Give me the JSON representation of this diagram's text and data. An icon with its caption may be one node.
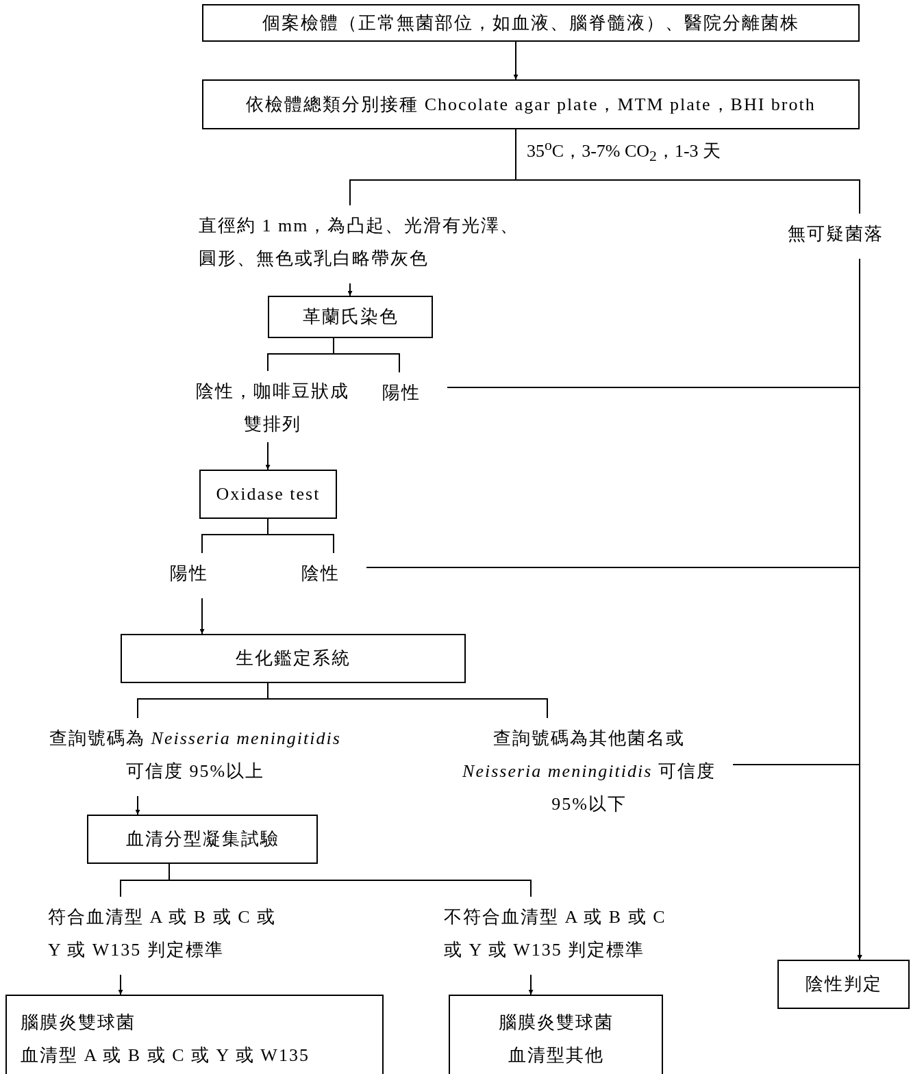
{
  "diagram": {
    "nodes": [
      {
        "text": [
          "個案檢體（正常無菌部位，如血液、腦脊髓液）、醫院分離菌株"
        ]
      },
      {
        "text": [
          "依檢體總類分別接種 Chocolate agar plate，MTM plate，BHI broth"
        ]
      },
      {
        "text": [
          "直徑約 1 mm，為凸起、光滑有光澤、圓形、無色或乳白略帶灰色"
        ]
      },
      {
        "text": [
          "無可疑菌落"
        ]
      },
      {
        "text": [
          "革蘭氏染色"
        ]
      },
      {
        "text": [
          "陰性，咖啡豆狀成雙排列"
        ]
      },
      {
        "text": [
          "陽性"
        ]
      },
      {
        "text": [
          "Oxidase test"
        ]
      },
      {
        "text": [
          "陽性"
        ]
      },
      {
        "text": [
          "陰性"
        ]
      },
      {
        "text": [
          "生化鑑定系統"
        ]
      },
      {
        "text": [
          "查詢號碼為 *Neisseria meningitidis* 可信度 95%以上"
        ]
      },
      {
        "text": [
          "查詢號碼為其他菌名或 *Neisseria meningitidis* 可信度 95%以下"
        ]
      },
      {
        "text": [
          "血清分型凝集試驗"
        ]
      },
      {
        "text": [
          "符合血清型 A 或 B 或 C 或 Y 或 W135 判定標準"
        ]
      },
      {
        "text": [
          "不符合血清型 A 或 B 或 C 或 Y 或 W135 判定標準"
        ]
      },
      {
        "text": [
          "陰性判定"
        ]
      },
      {
        "text": [
          "腦膜炎雙球菌",
          "血清型 A 或 B 或 C 或 Y 或 W135"
        ]
      },
      {
        "text": [
          "腦膜炎雙球菌",
          "血清型其他"
        ]
      }
    ],
    "edges": [
      {
        "from": 0,
        "to": 1,
        "arrow": "to"
      },
      {
        "from": 1,
        "to": 2,
        "arrow": "none",
        "label": "35$^{o}$C，3-7% CO$_{2}$，1-3 天"
      },
      {
        "from": 1,
        "to": 3,
        "arrow": "none"
      },
      {
        "from": 2,
        "to": 4,
        "arrow": "to"
      },
      {
        "from": 3,
        "to": 16,
        "arrow": "to"
      },
      {
        "from": 4,
        "to": 5,
        "arrow": "none"
      },
      {
        "from": 4,
        "to": 6,
        "arrow": "none"
      },
      {
        "from": 6,
        "to": 16,
        "arrow": "to"
      },
      {
        "from": 5,
        "to": 7,
        "arrow": "to"
      },
      {
        "from": 7,
        "to": 8,
        "arrow": "none"
      },
      {
        "from": 7,
        "to": 9,
        "arrow": "none"
      },
      {
        "from": 9,
        "to": 16,
        "arrow": "to"
      },
      {
        "from": 8,
        "to": 10,
        "arrow": "to"
      },
      {
        "from": 10,
        "to": 11,
        "arrow": "none"
      },
      {
        "from": 10,
        "to": 12,
        "arrow": "none"
      },
      {
        "from": 12,
        "to": 16,
        "arrow": "to"
      },
      {
        "from": 11,
        "to": 13,
        "arrow": "to"
      },
      {
        "from": 13,
        "to": 14,
        "arrow": "none"
      },
      {
        "from": 13,
        "to": 15,
        "arrow": "none"
      },
      {
        "from": 14,
        "to": 17,
        "arrow": "to"
      },
      {
        "from": 15,
        "to": 18,
        "arrow": "to"
      }
    ]
  }
}
